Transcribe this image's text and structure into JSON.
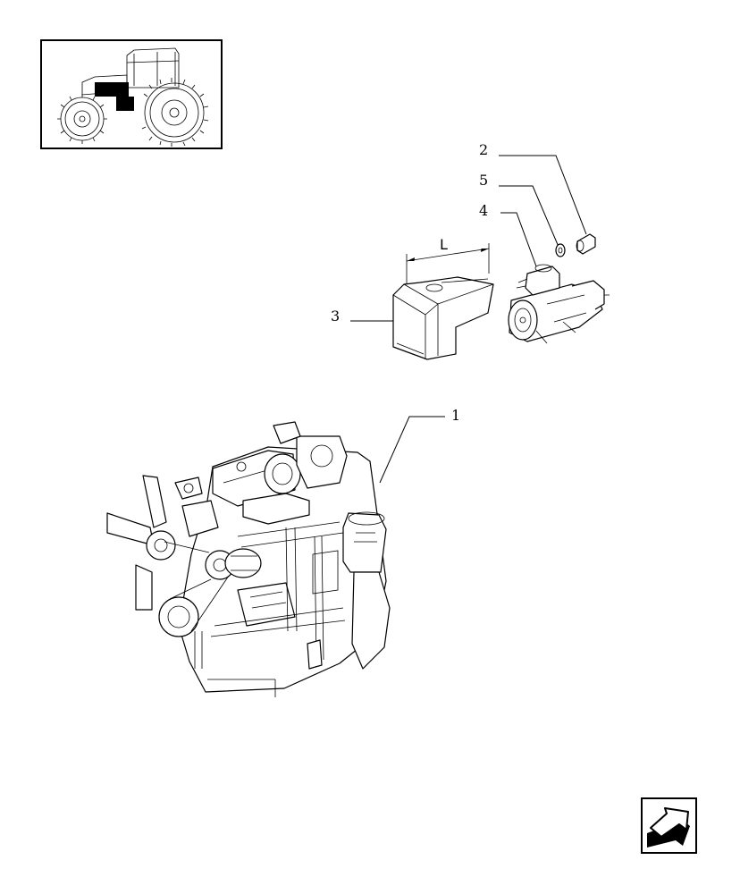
{
  "callouts": {
    "c1": "1",
    "c2": "2",
    "c3": "3",
    "c4": "4",
    "c5": "5"
  },
  "dimension_label": "L",
  "icons": {
    "thumbnail": "tractor-thumbnail-icon",
    "nav": "next-page-arrow-icon"
  },
  "colors": {
    "ink": "#000000",
    "paper": "#ffffff"
  }
}
